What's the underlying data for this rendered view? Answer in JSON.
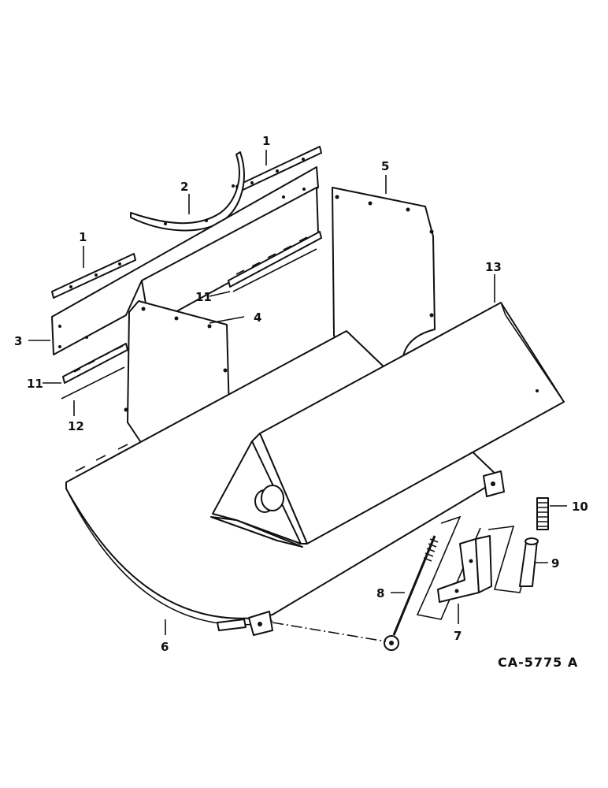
{
  "diagram_code": "CA-5775 A",
  "callouts": {
    "c1a": "1",
    "c1b": "1",
    "c2": "2",
    "c3": "3",
    "c4": "4",
    "c5": "5",
    "c6": "6",
    "c7": "7",
    "c8": "8",
    "c9": "9",
    "c10": "10",
    "c11a": "11",
    "c11b": "11",
    "c12": "12",
    "c13": "13"
  }
}
